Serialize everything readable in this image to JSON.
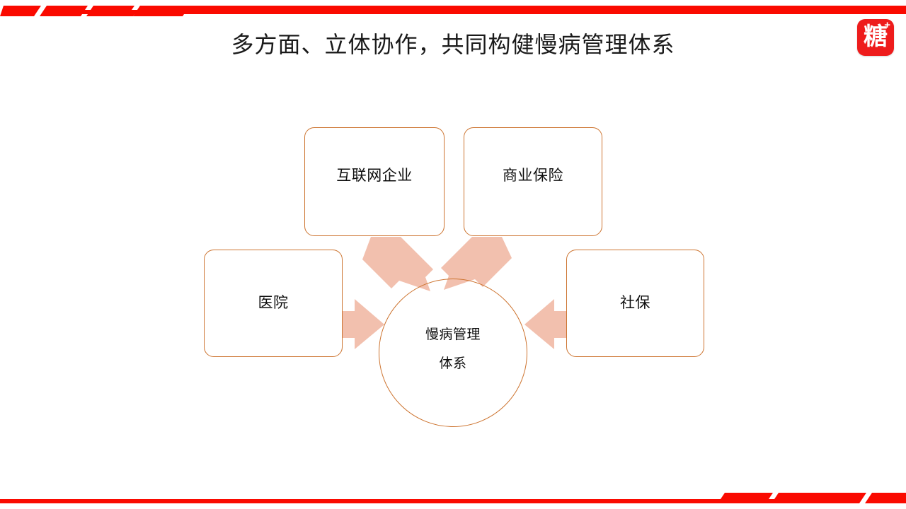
{
  "slide": {
    "title": "多方面、立体协作，共同构健慢病管理体系",
    "background_color": "#FFFFFF"
  },
  "brand": {
    "logo_character": "糖",
    "logo_superscript": "+",
    "logo_color": "#EE1C1C",
    "logo_text_color": "#FFFFFF"
  },
  "decoration": {
    "accent_color": "#FA0A00",
    "top_bar_name": "top-red-stripes",
    "bottom_bar_name": "bottom-red-stripes"
  },
  "diagram": {
    "type": "convergence",
    "border_color": "#CD7430",
    "arrow_color": "#F2C0AE",
    "center": {
      "label_line1": "慢病管理",
      "label_line2": "体系"
    },
    "nodes": [
      {
        "id": "internet",
        "label": "互联网企业",
        "position": "top-left"
      },
      {
        "id": "insurance",
        "label": "商业保险",
        "position": "top-right"
      },
      {
        "id": "hospital",
        "label": "医院",
        "position": "left"
      },
      {
        "id": "social",
        "label": "社保",
        "position": "right"
      }
    ],
    "arrows": [
      {
        "from": "internet",
        "to": "center",
        "direction": "down-right"
      },
      {
        "from": "insurance",
        "to": "center",
        "direction": "down-left"
      },
      {
        "from": "hospital",
        "to": "center",
        "direction": "right"
      },
      {
        "from": "social",
        "to": "center",
        "direction": "left"
      }
    ]
  }
}
